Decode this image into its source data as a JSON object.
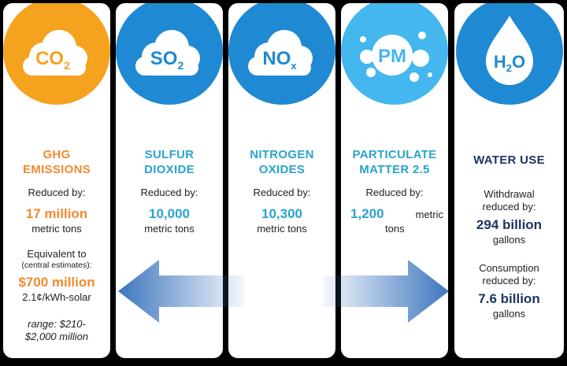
{
  "colors": {
    "orange": "#F5A21F",
    "blue": "#1F89D3",
    "light_blue": "#44B7EE",
    "title_orange": "#F28A2E",
    "title_teal": "#2BA3CF",
    "title_navy": "#1C3765"
  },
  "cards": [
    {
      "icon": "co2-cloud-icon",
      "icon_main": "CO",
      "icon_sub": "2",
      "title_line1": "GHG",
      "title_line2": "EMISSIONS",
      "reduced_label": "Reduced by:",
      "value": "17 million",
      "unit": "metric tons",
      "equiv_label": "Equivalent to",
      "equiv_note": "(central estimates):",
      "equiv_value": "$700 million",
      "equiv_rate": "2.1¢/kWh-solar",
      "range_line1": "range: $210-",
      "range_line2": "$2,000 million"
    },
    {
      "icon": "so2-cloud-icon",
      "icon_main": "SO",
      "icon_sub": "2",
      "title_line1": "SULFUR",
      "title_line2": "DIOXIDE",
      "reduced_label": "Reduced by:",
      "value": "10,000",
      "unit": "metric tons"
    },
    {
      "icon": "nox-cloud-icon",
      "icon_main": "NO",
      "icon_sub": "x",
      "title_line1": "NITROGEN",
      "title_line2": "OXIDES",
      "reduced_label": "Reduced by:",
      "value": "10,300",
      "unit": "metric tons"
    },
    {
      "icon": "particulate-bubbles-icon",
      "icon_main": "PM",
      "title_line1": "PARTICULATE",
      "title_line2": "MATTER 2.5",
      "reduced_label": "Reduced by:",
      "value": "1,200",
      "unit_part1": "metric",
      "unit_part2": "tons"
    },
    {
      "icon": "water-drop-icon",
      "icon_main": "H",
      "icon_sub": "2",
      "icon_tail": "O",
      "title_line1": "WATER USE",
      "withdrawal_label1": "Withdrawal",
      "withdrawal_label2": "reduced by:",
      "withdrawal_value": "294 billion",
      "withdrawal_unit": "gallons",
      "consumption_label1": "Consumption",
      "consumption_label2": "reduced by:",
      "consumption_value": "7.6 billion",
      "consumption_unit": "gallons"
    }
  ]
}
